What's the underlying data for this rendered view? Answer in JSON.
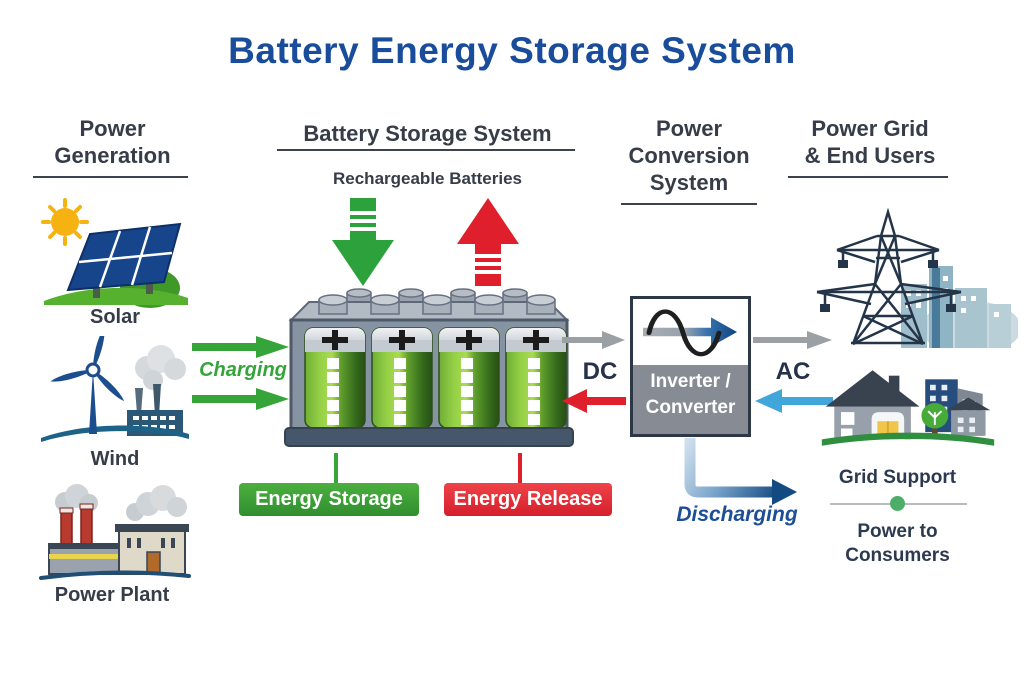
{
  "title": "Battery Energy Storage System",
  "colors": {
    "title_blue": "#1a4c9c",
    "heading_charcoal": "#363d49",
    "green": "#2da23c",
    "red": "#e01f2d",
    "gray_arrow": "#9aa0a4",
    "light_blue": "#41a7db",
    "dark_blue": "#164a80",
    "navy_text": "#26324a"
  },
  "generation": {
    "header": "Power\nGeneration",
    "items": [
      {
        "label": "Solar",
        "icon": "solar-panel-sun-icon"
      },
      {
        "label": "Wind",
        "icon": "wind-turbine-factory-icon"
      },
      {
        "label": "Power Plant",
        "icon": "power-plant-icon"
      }
    ]
  },
  "battery_system": {
    "header": "Battery Storage System",
    "subheader": "Rechargeable Batteries",
    "storage_badge": "Energy Storage",
    "release_badge": "Energy Release"
  },
  "conversion": {
    "header": "Power\nConversion\nSystem",
    "box_label": "Inverter /\nConverter"
  },
  "grid": {
    "header": "Power Grid\n& End Users",
    "grid_support": "Grid Support",
    "power_to": "Power to\nConsumers"
  },
  "flows": {
    "charging": "Charging",
    "discharging": "Discharging",
    "dc": "DC",
    "ac": "AC"
  }
}
